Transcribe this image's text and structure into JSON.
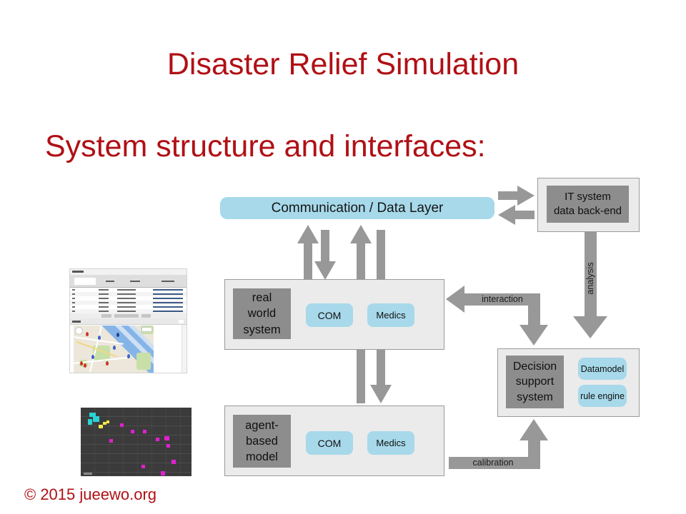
{
  "slide": {
    "title": "Disaster Relief Simulation",
    "subtitle": "System structure and interfaces:",
    "footer": "© 2015 jueewo.org"
  },
  "diagram": {
    "comm_layer": "Communication / Data Layer",
    "it_backend": "IT system\ndata back-end",
    "real_world": "real\nworld\nsystem",
    "real_world_chips": [
      "COM",
      "Medics"
    ],
    "agent_model": "agent-\nbased\nmodel",
    "agent_chips": [
      "COM",
      "Medics"
    ],
    "decision_support": "Decision\nsupport\nsystem",
    "decision_chips": [
      "Datamodel",
      "rule engine"
    ],
    "arrow_labels": {
      "interaction": "interaction",
      "analysis": "analysis",
      "calibration": "calibration"
    },
    "colors": {
      "accent_red": "#b01015",
      "box_blue": "#a7d9ea",
      "box_dark_gray": "#8d8d8d",
      "box_light_gray": "#ebebeb",
      "arrow_gray": "#989898"
    }
  }
}
